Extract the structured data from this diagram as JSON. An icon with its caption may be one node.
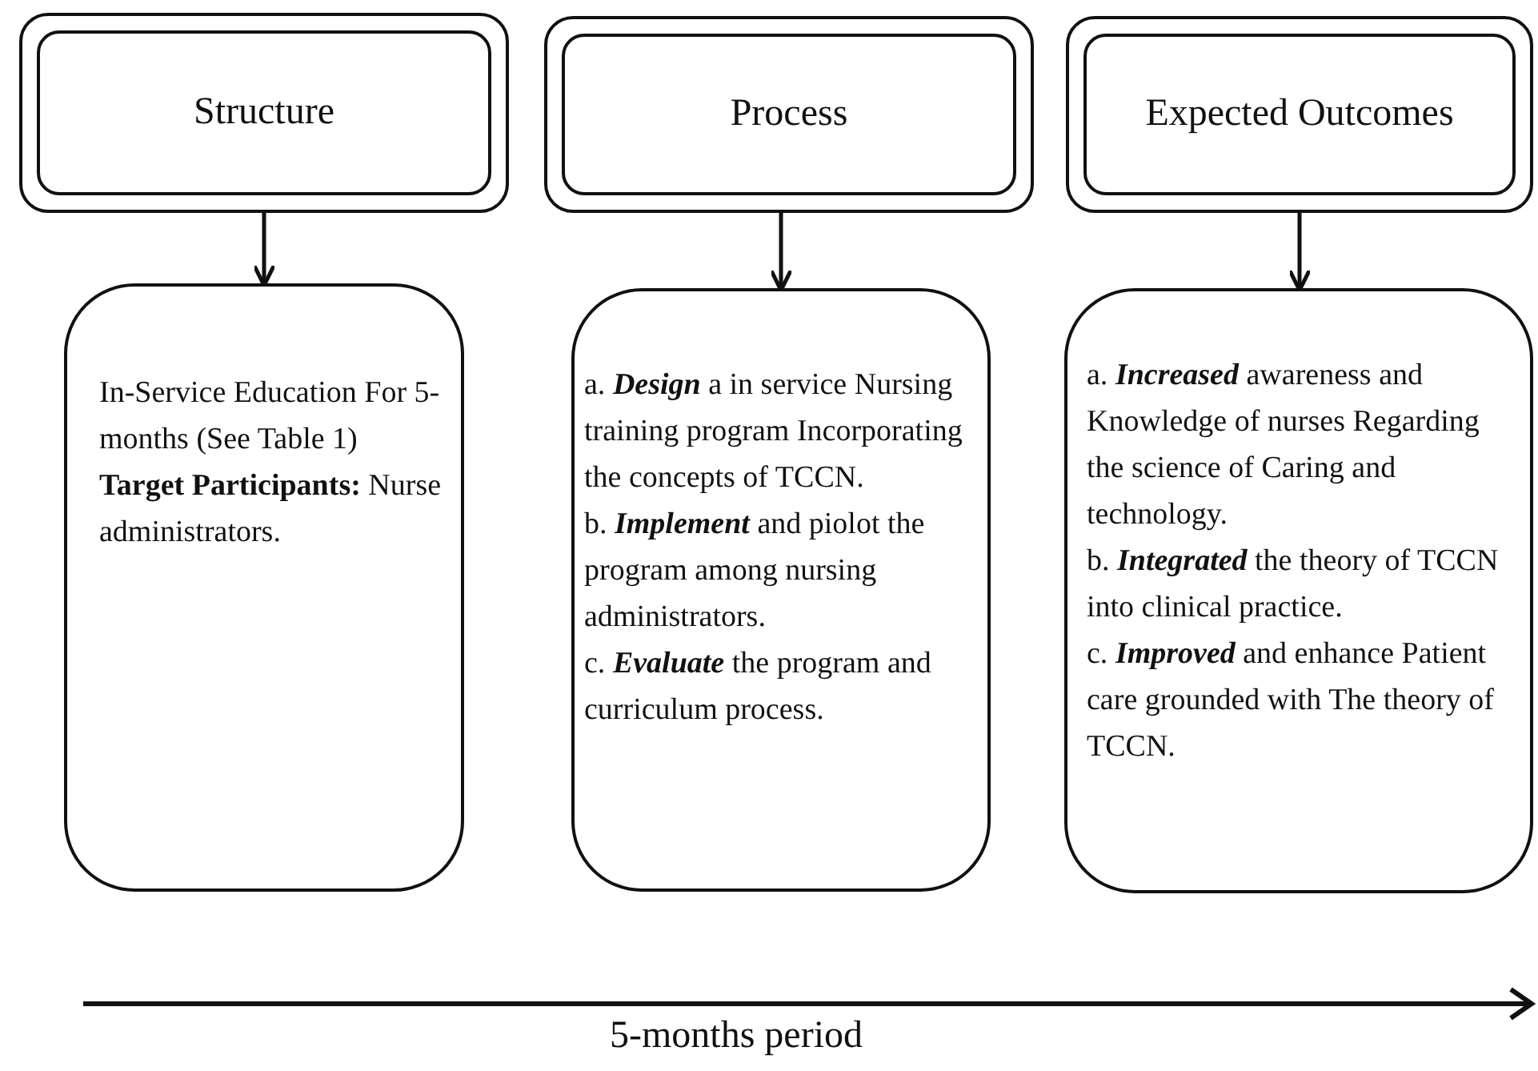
{
  "diagram": {
    "nodes": [
      {
        "text": [
          "Structure"
        ]
      },
      {
        "text": [
          "Process"
        ]
      },
      {
        "text": [
          "Expected Outcomes"
        ]
      },
      {
        "text": [
          "In-Service Education For 5-months (See Table 1)",
          "**Target Participants:** Nurse administrators."
        ]
      },
      {
        "text": [
          "a. *Design* a in service Nursing training program Incorporating the concepts of TCCN.",
          "b. *Implement* and piolot the program among nursing administrators.",
          "c. *Evaluate* the program and curriculum process."
        ]
      },
      {
        "text": [
          "a. *Increased* awareness and Knowledge of nurses Regarding the science of Caring and technology.",
          "b. *Integrated* the theory of TCCN into clinical practice.",
          "c. *Improved* and enhance Patient care grounded with The theory of TCCN."
        ]
      }
    ],
    "edges": [
      {
        "from": 0,
        "to": 3,
        "arrow": "to"
      },
      {
        "from": 1,
        "to": 4,
        "arrow": "to"
      },
      {
        "from": 2,
        "to": 5,
        "arrow": "to"
      }
    ],
    "labels": [
      "5-months period"
    ]
  }
}
